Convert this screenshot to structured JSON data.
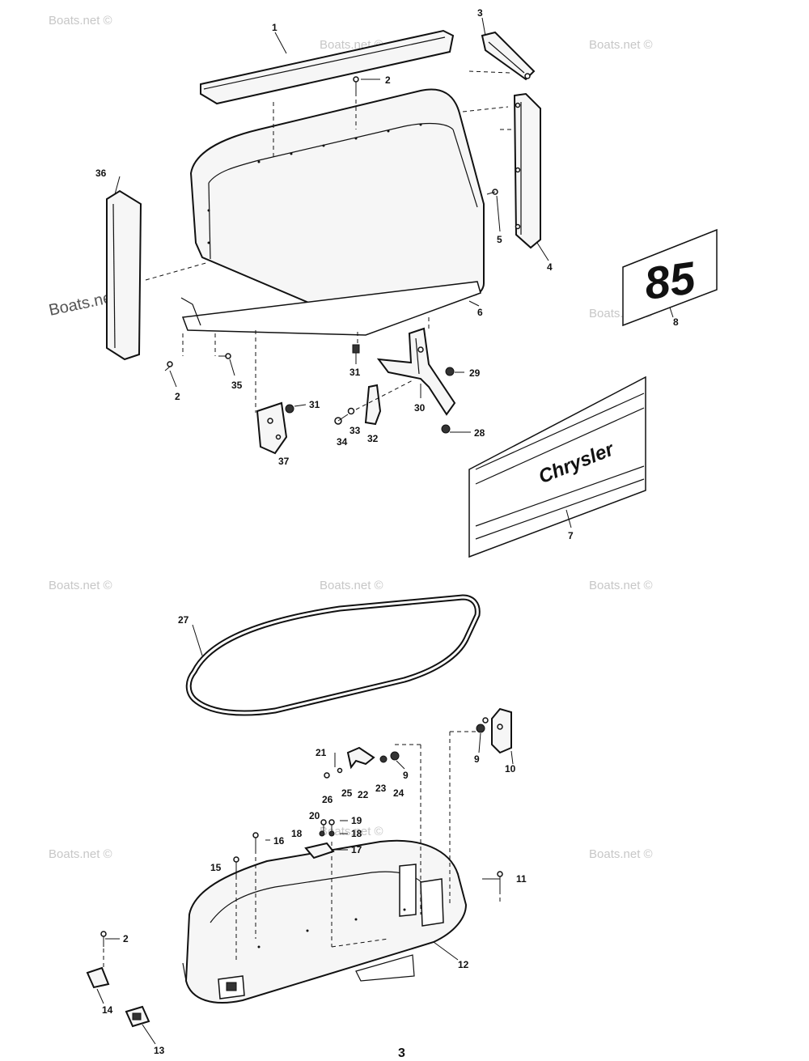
{
  "watermark": "Boats.net ©",
  "page_number": "3",
  "decal_model_number": "85",
  "decal_brand": "Chrysler",
  "callouts": [
    "1",
    "2",
    "3",
    "4",
    "5",
    "6",
    "7",
    "8",
    "9",
    "10",
    "11",
    "12",
    "13",
    "14",
    "15",
    "16",
    "17",
    "18",
    "19",
    "20",
    "21",
    "22",
    "23",
    "24",
    "25",
    "26",
    "27",
    "28",
    "29",
    "30",
    "31",
    "32",
    "33",
    "34",
    "35",
    "36",
    "37"
  ],
  "colors": {
    "line": "#111111",
    "watermark": "#c7c7c7",
    "background": "#ffffff"
  }
}
